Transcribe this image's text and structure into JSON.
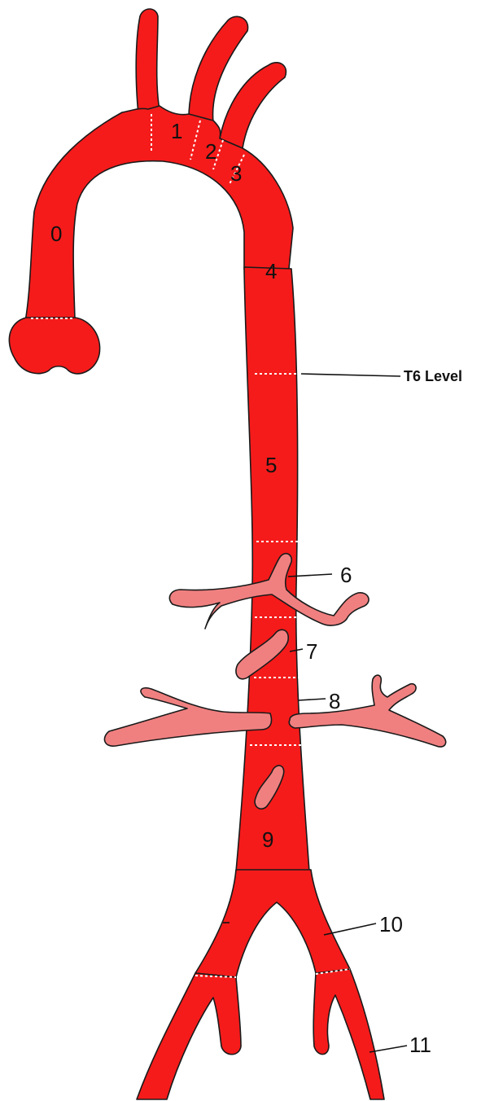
{
  "colors": {
    "aorta": "#f51b1b",
    "branch": "#f08080",
    "outline": "#1a1a1a",
    "background": "#ffffff"
  },
  "segments": [
    {
      "id": "0",
      "label": "0"
    },
    {
      "id": "1",
      "label": "1"
    },
    {
      "id": "2",
      "label": "2"
    },
    {
      "id": "3",
      "label": "3"
    },
    {
      "id": "4",
      "label": "4"
    },
    {
      "id": "5",
      "label": "5"
    },
    {
      "id": "6",
      "label": "6"
    },
    {
      "id": "7",
      "label": "7"
    },
    {
      "id": "8",
      "label": "8"
    },
    {
      "id": "9",
      "label": "9"
    },
    {
      "id": "10",
      "label": "10"
    },
    {
      "id": "11",
      "label": "11"
    }
  ],
  "landmarks": {
    "t6": "T6 Level"
  }
}
